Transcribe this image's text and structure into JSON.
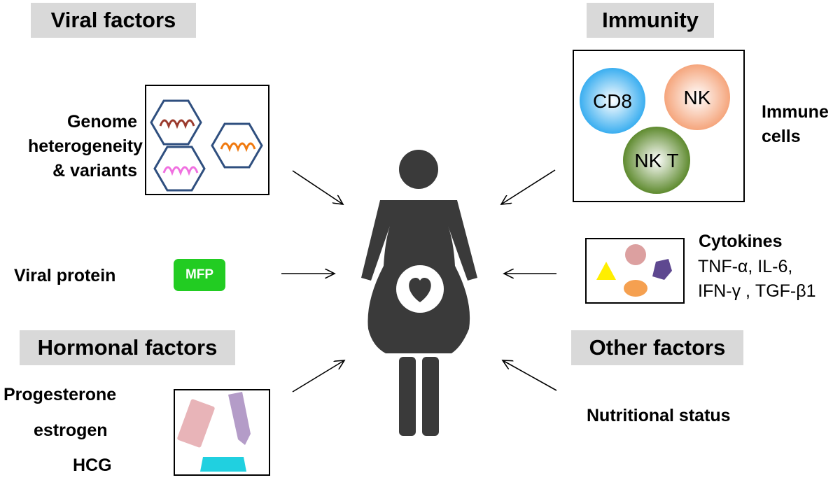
{
  "headers": {
    "viral": "Viral factors",
    "immunity": "Immunity",
    "hormonal": "Hormonal factors",
    "other": "Other factors"
  },
  "viral": {
    "genome_lines": [
      "Genome",
      "heterogeneity",
      "& variants"
    ],
    "protein_label": "Viral protein",
    "protein_badge": "MFP"
  },
  "immunity": {
    "cells": [
      "CD8",
      "NK",
      "NK T"
    ],
    "immune_lines": [
      "Immune",
      "cells"
    ],
    "cytokines_title": "Cytokines",
    "cytokines_lines": [
      "TNF-α, IL-6,",
      "IFN-γ , TGF-β1"
    ]
  },
  "hormonal": {
    "items": [
      "Progesterone",
      "estrogen",
      "HCG"
    ]
  },
  "other": {
    "nutrition": "Nutritional status"
  },
  "colors": {
    "header_bg": "#d9d9d9",
    "badge_green": "#22cc22",
    "figure": "#3a3a3a",
    "cd8": "#3aaef0",
    "nk": "#f5a57c",
    "nkt": "#5e8a2e"
  }
}
